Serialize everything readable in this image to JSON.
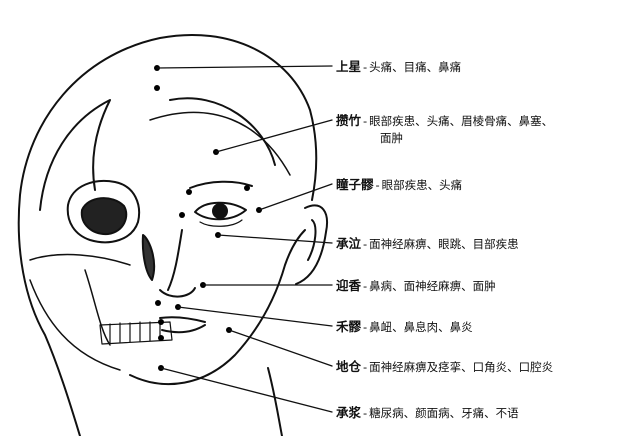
{
  "colors": {
    "line": "#111111",
    "background": "#ffffff"
  },
  "points": [
    {
      "name": "上星",
      "indications": "头痛、目痛、鼻痛",
      "continuation": ""
    },
    {
      "name": "攒竹",
      "indications": "眼部疾患、头痛、眉棱骨痛、鼻塞、",
      "continuation": "面肿"
    },
    {
      "name": "瞳子髎",
      "indications": "眼部疾患、头痛",
      "continuation": ""
    },
    {
      "name": "承泣",
      "indications": "面神经麻痹、眼跳、目部疾患",
      "continuation": ""
    },
    {
      "name": "迎香",
      "indications": "鼻病、面神经麻痹、面肿",
      "continuation": ""
    },
    {
      "name": "禾髎",
      "indications": "鼻衄、鼻息肉、鼻炎",
      "continuation": ""
    },
    {
      "name": "地仓",
      "indications": "面神经麻痹及痉挛、口角炎、口腔炎",
      "continuation": ""
    },
    {
      "name": "承浆",
      "indications": "糖尿病、颜面病、牙痛、不语",
      "continuation": ""
    }
  ]
}
